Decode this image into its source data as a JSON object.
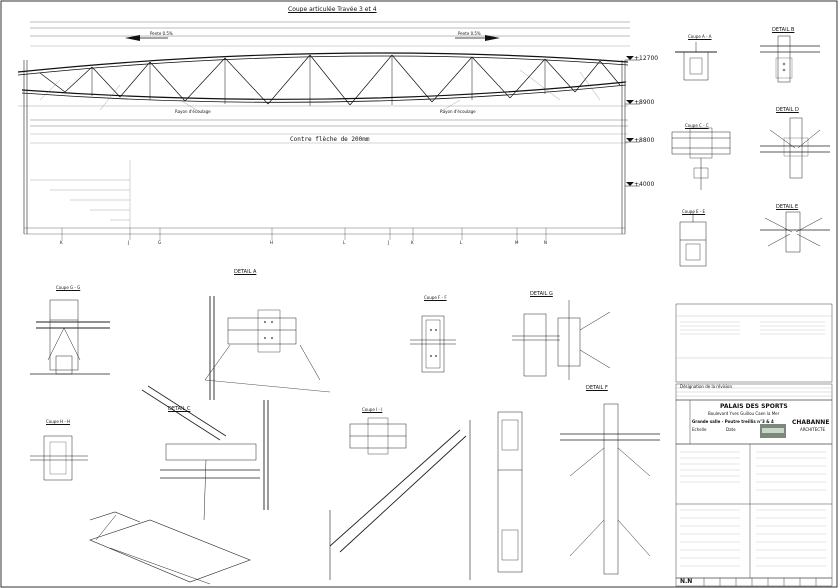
{
  "elevation": {
    "title": "Coupe articulée Travée 3 et 4",
    "arrow_left": "Pente 0.5%",
    "arrow_right": "Pente 0.5%",
    "camber": "Contre flèche de 200mm",
    "levels": [
      "+12700",
      "+8900",
      "+8800",
      "+4000"
    ],
    "axes": [
      "K",
      "J",
      "G",
      "H",
      "L",
      "J",
      "K",
      "L",
      "M",
      "N"
    ],
    "notes": [
      "Rayon d'écoulage",
      "Rayon d'écoulage"
    ]
  },
  "details_right": [
    {
      "title": "DETAIL B",
      "cut": "Coupe A - A"
    },
    {
      "title": "DETAIL D",
      "cut": "Coupe C - C"
    },
    {
      "title": "DETAIL E",
      "cut": "Coupe E - E"
    }
  ],
  "details_mid": [
    {
      "title": "DETAIL A",
      "cut": "Coupe G - G"
    },
    {
      "title": "",
      "cut": "Coupe F - F"
    },
    {
      "title": "DETAIL G",
      "cut": ""
    }
  ],
  "details_bottom": [
    {
      "title": "DETAIL C",
      "cut": "Coupe H - H"
    },
    {
      "title": "",
      "cut": "Coupe I - I"
    },
    {
      "title": "DETAIL F",
      "cut": ""
    }
  ],
  "title_block": {
    "project": "PALAIS DES SPORTS",
    "address": "Boulevard Yves Guillou Caen la Mer",
    "subject": "Grande salle - Poutre treillis n°3 & 4",
    "company": "CHABANNE",
    "company_sub": "ARCHITECTE",
    "scale_label": "Echelle",
    "date_label": "Date",
    "revision_label": "Désignation de la révision",
    "logo_text": "N.N"
  }
}
